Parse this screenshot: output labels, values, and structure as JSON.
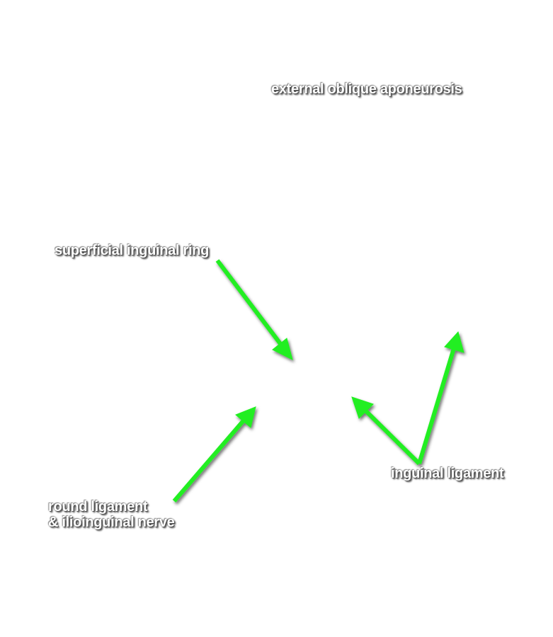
{
  "labels": {
    "external_oblique": "external oblique aponeurosis",
    "superficial_ring": "superficial inguinal ring",
    "inguinal_ligament": "inguinal ligament",
    "round_ligament_line1": "round ligament",
    "round_ligament_line2": "& ilioinguinal nerve"
  },
  "colors": {
    "arrow": "#22ee22",
    "background": "#ffffff",
    "label_text": "#ffffff"
  }
}
